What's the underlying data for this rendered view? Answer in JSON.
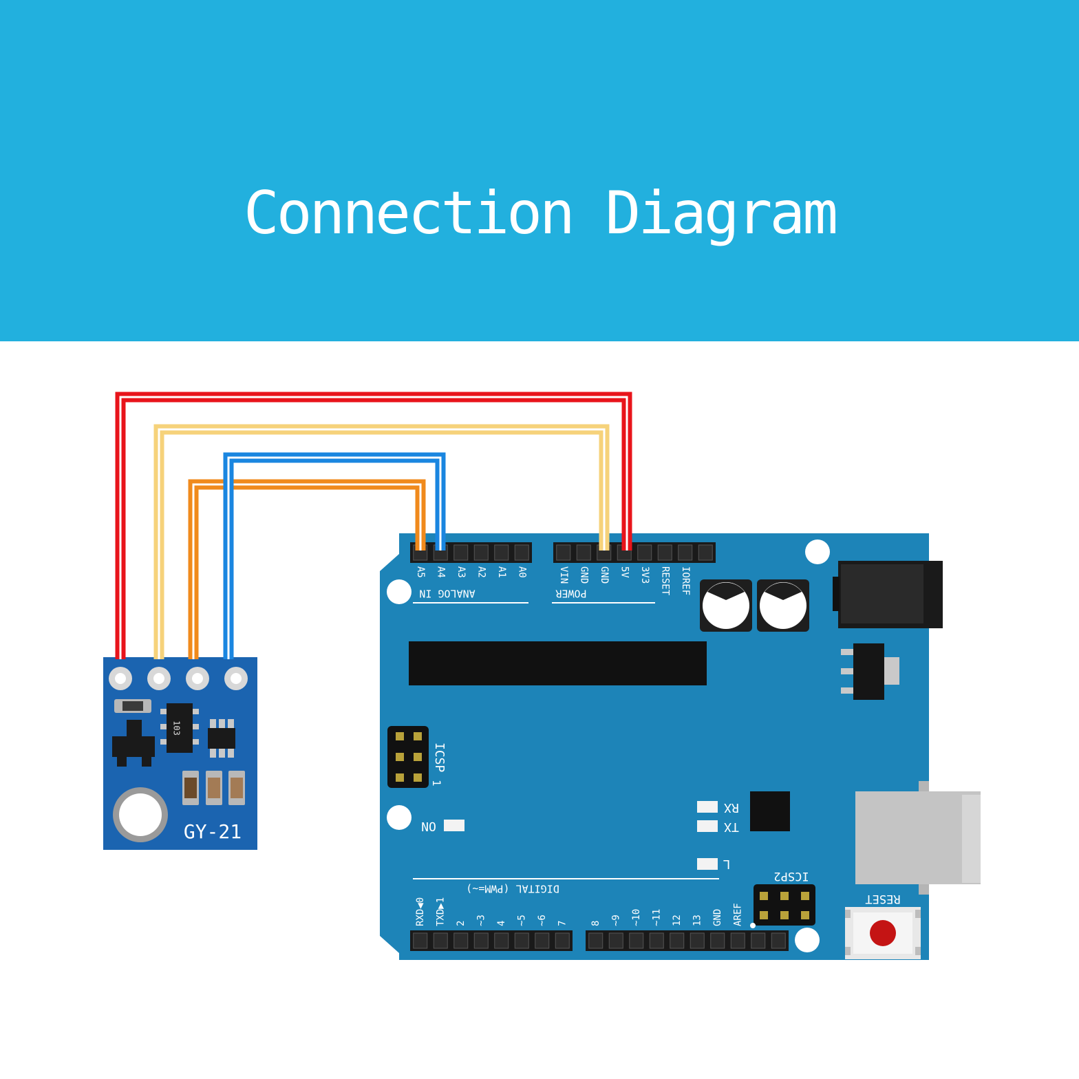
{
  "header": {
    "title": "Connection Diagram",
    "background": "#22b0de",
    "title_color": "#ffffff"
  },
  "sensor": {
    "label": "GY-21",
    "chip_marking": "103",
    "board_color": "#1b64b0"
  },
  "arduino": {
    "board_color": "#1d84b8",
    "analog_header_label": "ANALOG IN",
    "analog_pins": [
      "A5",
      "A4",
      "A3",
      "A2",
      "A1",
      "A0"
    ],
    "power_header_label": "POWER",
    "power_pins": [
      "VIN",
      "GND",
      "GND",
      "5V",
      "3V3",
      "RESET",
      "IOREF"
    ],
    "icsp_label": "ICSP",
    "icsp_pin1": "1",
    "icsp2_label": "ICSP2",
    "on_label": "ON",
    "rx_label": "RX",
    "tx_label": "TX",
    "l_label": "L",
    "reset_label": "RESET",
    "digital_label": "DIGITAL (PWM=~)",
    "digital_pins_left": [
      "RXD◀0",
      "TXD▶1",
      "2",
      "~3",
      "4",
      "~5",
      "~6",
      "7"
    ],
    "digital_pins_right": [
      "8",
      "~9",
      "~10",
      "~11",
      "12",
      "13",
      "GND",
      "AREF"
    ]
  },
  "wires": [
    {
      "color": "#e8141b",
      "to_pin": "5V"
    },
    {
      "color": "#f6d27a",
      "to_pin": "GND"
    },
    {
      "color": "#f08a1c",
      "to_pin": "A5"
    },
    {
      "color": "#1a86e0",
      "to_pin": "A4"
    }
  ]
}
